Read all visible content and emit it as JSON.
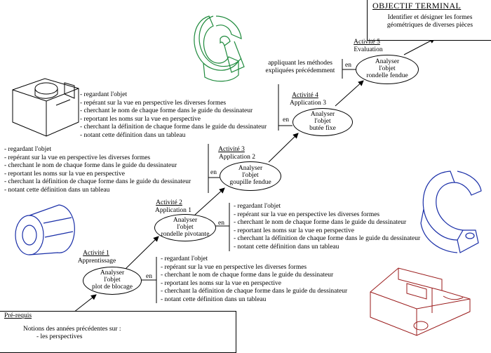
{
  "objectif": {
    "title": "OBJECTIF TERMINAL",
    "desc_line1": "Identifier et désigner les formes",
    "desc_line2": "géométriques de diverses pièces"
  },
  "prerequis": {
    "label": "Pré-requis",
    "line1": "Notions des années précédentes sur :",
    "line2": "- les perspectives"
  },
  "activities": [
    {
      "label": "Activité  1",
      "phase": "Apprentissage",
      "node": [
        "Analyser",
        "l'objet",
        "plot de blocage"
      ],
      "connector": "en"
    },
    {
      "label": "Activité  2",
      "phase": "Application 1",
      "node": [
        "Analyser",
        "l'objet",
        "rondelle pivotante"
      ],
      "connector": "en"
    },
    {
      "label": "Activité  3",
      "phase": "Application 2",
      "node": [
        "Analyser",
        "l'objet",
        "goupille fendue"
      ],
      "connector": "en"
    },
    {
      "label": "Activité  4",
      "phase": "Application 3",
      "node": [
        "Analyser",
        "l'objet",
        "butée fixe"
      ],
      "connector": "en"
    },
    {
      "label": "Activité  5",
      "phase": "Evaluation",
      "node": [
        "Analyser",
        "l'objet",
        "rondelle fendue"
      ],
      "connector": "en"
    }
  ],
  "steps": [
    "regardant l'objet",
    "repérant sur la vue en perspective les diverses formes",
    "cherchant le nom de chaque forme dans le guide du dessinateur",
    "reportant les noms sur la vue en perspective",
    "cherchant la définition de chaque forme dans le guide du dessinateur",
    "notant cette définition dans un tableau"
  ],
  "evaluation_method": [
    "appliquant les méthodes",
    "expliquées précédemment"
  ],
  "colors": {
    "green_part": "#1e8a3c",
    "blue_part": "#1a2fa8",
    "red_part": "#9a1a1a",
    "ink": "#000000"
  }
}
